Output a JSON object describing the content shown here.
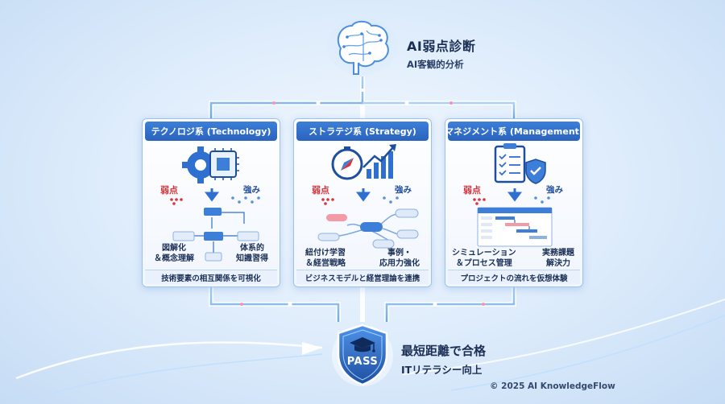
{
  "header": {
    "title": "AI弱点診断",
    "subtitle": "AI客観的分析"
  },
  "cards": [
    {
      "title": "テクノロジ系 (Technology)",
      "weak": "弱点",
      "strong": "強み",
      "label_left": [
        "図解化",
        "＆概念理解"
      ],
      "label_right": [
        "体系的",
        "知識習得"
      ],
      "footer": "技術要素の相互関係を可視化"
    },
    {
      "title": "ストラテジ系 (Strategy)",
      "weak": "弱点",
      "strong": "強み",
      "label_left": [
        "紐付け学習",
        "＆経営戦略"
      ],
      "label_right": [
        "事例・",
        "応用力強化"
      ],
      "footer": "ビジネスモデルと経営理論を連携"
    },
    {
      "title": "マネジメント系 (Management)",
      "weak": "弱点",
      "strong": "強み",
      "label_left": [
        "シミュレーション",
        "＆プロセス管理"
      ],
      "label_right": [
        "実務課題",
        "解決力"
      ],
      "footer": "プロジェクトの流れを仮想体験"
    }
  ],
  "goal": {
    "badge": "PASS",
    "title": "最短距離で合格",
    "subtitle": "ITリテラシー向上"
  },
  "copyright": "© 2025 AI KnowledgeFlow",
  "icons": [
    "brain-icon",
    "gear-chip-icon",
    "compass-chart-icon",
    "clipboard-shield-icon",
    "graduation-cap-icon",
    "shield-icon"
  ],
  "colors": {
    "accent": "#2a63bd",
    "weak": "#d8353c",
    "strong": "#1f4c9c",
    "flow": "#7fb6f0"
  }
}
